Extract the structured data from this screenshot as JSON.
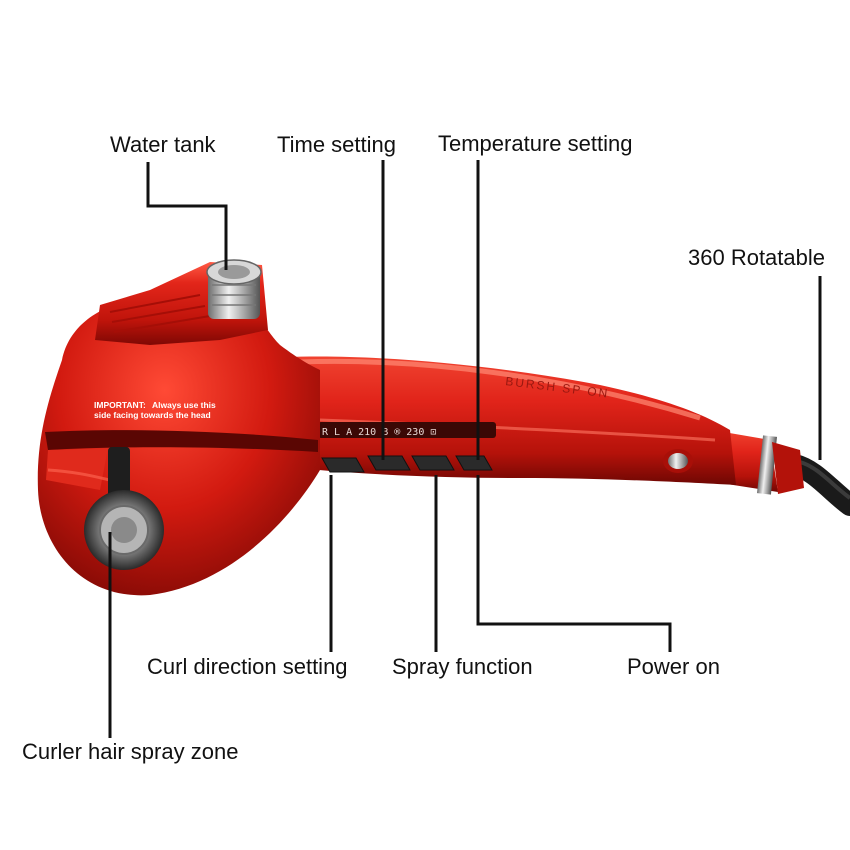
{
  "callouts": {
    "water_tank": "Water tank",
    "time_setting": "Time setting",
    "temperature_setting": "Temperature setting",
    "rotatable": "360 Rotatable",
    "curl_direction": "Curl direction setting",
    "spray_function": "Spray function",
    "power_on": "Power on",
    "spray_zone": "Curler hair spray zone"
  },
  "device": {
    "warning_title": "IMPORTANT:",
    "warning_text_1": "Always use this",
    "warning_text_2": "side facing towards the head",
    "brand_text": "BURSH SP ON",
    "display_text": "R L A  210 B  ®  230 ⊡"
  },
  "colors": {
    "body_red": "#d61a10",
    "dark_red": "#8e0a05",
    "highlight": "#ff6a55",
    "cord": "#1a1a1a"
  }
}
